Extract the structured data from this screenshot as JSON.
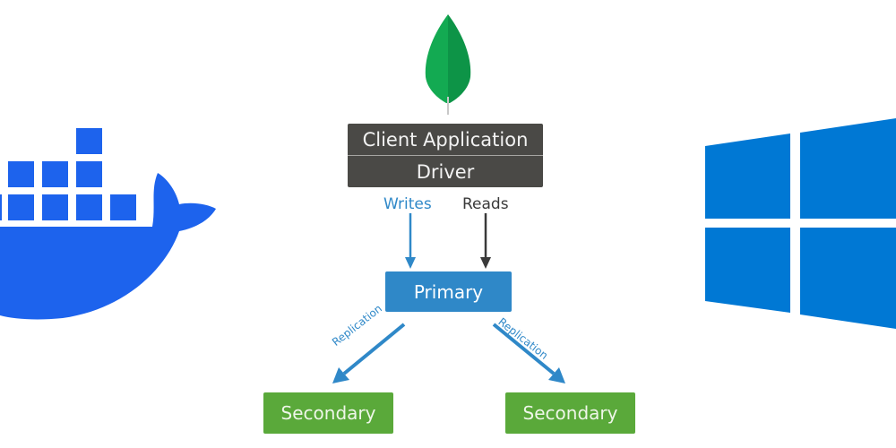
{
  "diagram": {
    "title": "MongoDB Replica Set",
    "client_box": {
      "top_label": "Client Application",
      "bottom_label": "Driver"
    },
    "edges": {
      "writes_label": "Writes",
      "reads_label": "Reads",
      "replication_left_label": "Replication",
      "replication_right_label": "Replication"
    },
    "nodes": {
      "primary_label": "Primary",
      "secondary_left_label": "Secondary",
      "secondary_right_label": "Secondary"
    }
  },
  "logos": {
    "left": "docker-whale-logo",
    "center": "mongodb-leaf-logo",
    "right": "windows-logo"
  },
  "colors": {
    "docker_blue": "#1d63ed",
    "windows_blue": "#0078d4",
    "mongo_green": "#13aa52",
    "client_gray": "#4a4946",
    "primary_blue": "#2f88c8",
    "secondary_green": "#5aa93a",
    "reads_arrow": "#3a3a3a"
  }
}
